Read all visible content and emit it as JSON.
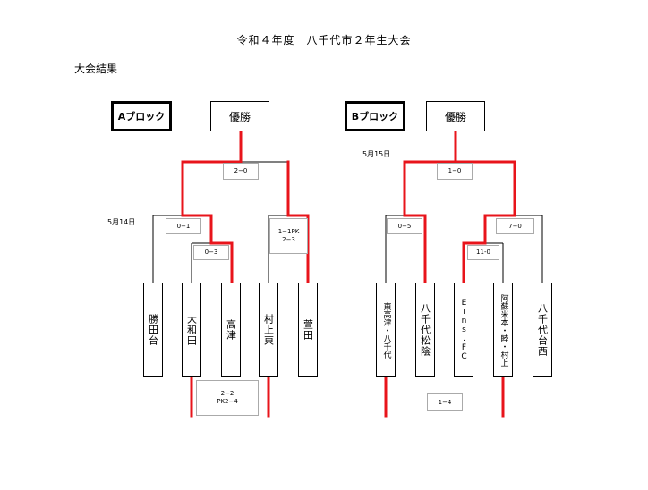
{
  "title": "令和４年度　八千代市２年生大会",
  "section": "大会結果",
  "block_a": {
    "label": "Aブロック",
    "winner_label": "優勝",
    "date_final": "",
    "date_round1": "5月14日",
    "scores": {
      "final": "2−0",
      "semi_left": "0−1",
      "semi_right_line1": "1−1PK",
      "semi_right_line2": "2−3",
      "quarter": "0−3",
      "playoff_line1": "2−2",
      "playoff_line2": "PK2−4"
    },
    "teams": [
      "勝田台",
      "大和田",
      "高津",
      "村上東",
      "萱田"
    ]
  },
  "block_b": {
    "label": "Bブロック",
    "winner_label": "優勝",
    "date_final": "5月15日",
    "scores": {
      "final": "1−0",
      "semi_left": "0−5",
      "semi_right": "7−0",
      "quarter": "11-0",
      "playoff": "1−4"
    },
    "teams": [
      "東高津・八千代",
      "八千代松陰",
      "Eins.FC",
      "阿蘇米本・睦・村上",
      "八千代台西"
    ]
  },
  "colors": {
    "win_line": "#e8141b",
    "line": "#000000"
  }
}
